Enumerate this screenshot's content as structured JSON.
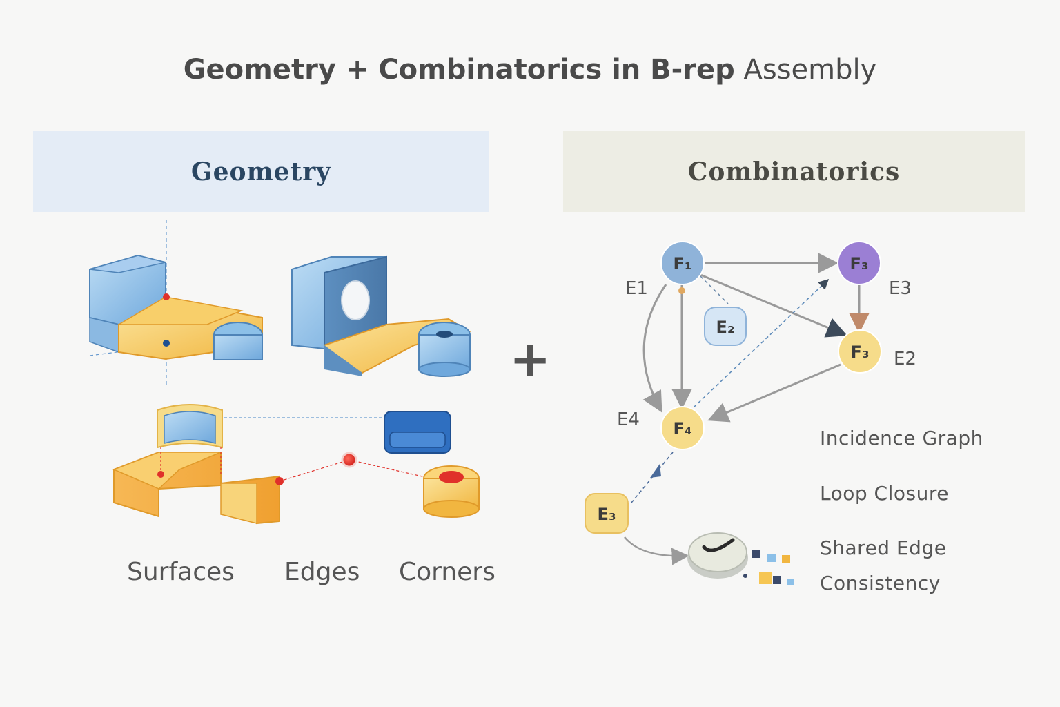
{
  "title": {
    "bold_part": "Geometry + Combinatorics in B-rep",
    "light_part": "Assembly"
  },
  "panels": {
    "geometry": "Geometry",
    "combinatorics": "Combinatorics"
  },
  "operator": "+",
  "geometry_labels": [
    "Surfaces",
    "Edges",
    "Corners"
  ],
  "graph": {
    "nodes": [
      {
        "id": "F1",
        "label": "F₁",
        "color": "#8fb3d9"
      },
      {
        "id": "F3_top",
        "label": "F₃",
        "color": "#9b7fd4"
      },
      {
        "id": "E2_node",
        "label": "E₂",
        "color": "#d6e6f5"
      },
      {
        "id": "F3_mid",
        "label": "F₃",
        "color": "#f6dc8a"
      },
      {
        "id": "F4",
        "label": "F₄",
        "color": "#f6dc8a"
      },
      {
        "id": "E3_node",
        "label": "E₃",
        "color": "#f6dc8a"
      }
    ],
    "edge_labels": [
      "E1",
      "E3",
      "E2",
      "E4"
    ]
  },
  "legend_labels": [
    "Incidence Graph",
    "Loop Closure",
    "Shared Edge",
    "Consistency"
  ],
  "colors": {
    "blue_face": "#8cc0e8",
    "yellow_face": "#f4c65a",
    "red_vertex": "#e0302a",
    "arrow_gray": "#9a9a9a"
  }
}
